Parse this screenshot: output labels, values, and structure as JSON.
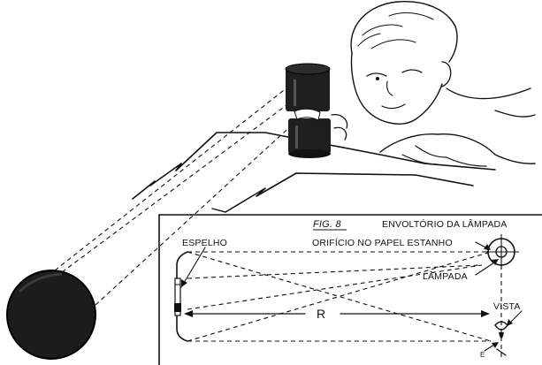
{
  "figure": {
    "title": "FIG. 8",
    "labels": {
      "lamp_envelope": "ENVOLTÓRIO DA LÂMPADA",
      "foil_hole": "ORIFÍCIO NO PAPEL ESTANHO",
      "mirror": "ESPELHO",
      "lamp": "LÂMPADA",
      "view": "VISTA",
      "radius": "R",
      "eye_mark": "E"
    }
  }
}
